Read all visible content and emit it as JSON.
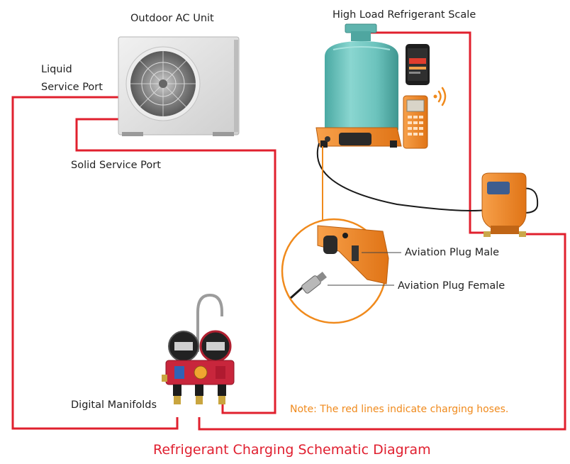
{
  "labels": {
    "outdoor_unit": "Outdoor AC Unit",
    "scale": "High Load Refrigerant Scale",
    "liquid_port_line1": "Liquid",
    "liquid_port_line2": "Service Port",
    "solid_port": "Solid Service Port",
    "aviation_male": "Aviation Plug Male",
    "aviation_female": "Aviation Plug Female",
    "manifolds": "Digital Manifolds"
  },
  "note": "Note: The red lines indicate charging hoses.",
  "title": "Refrigerant Charging Schematic Diagram",
  "colors": {
    "hose": "#e0202e",
    "accent": "#f08a1c",
    "title": "#e01f2f",
    "tank": "#6fc2bd",
    "device": "#f0842a"
  },
  "icons": {
    "outdoor_unit": "ac-outdoor-unit-icon",
    "tank": "refrigerant-tank-icon",
    "phone": "smartphone-icon",
    "remote": "wireless-remote-icon",
    "wifi": "wireless-signal-icon",
    "plug": "aviation-plug-device-icon",
    "manifold": "digital-manifold-icon"
  }
}
